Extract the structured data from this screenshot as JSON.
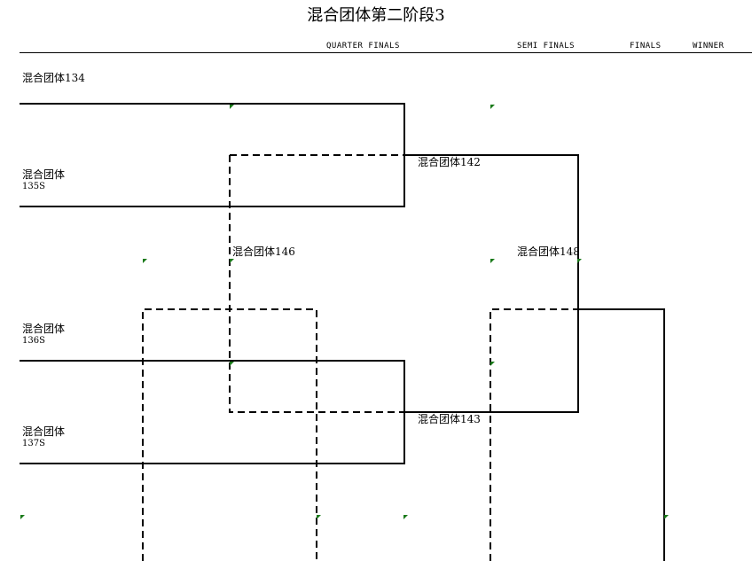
{
  "title": "混合团体第二阶段3",
  "rounds": {
    "quarter_finals": "QUARTER FINALS",
    "semi_finals": "SEMI FINALS",
    "finals": "FINALS",
    "winner": "WINNER"
  },
  "entries": {
    "e134": {
      "name": "混合团体134",
      "sub": ""
    },
    "e135": {
      "name": "混合团体",
      "sub": "135S"
    },
    "e136": {
      "name": "混合团体",
      "sub": "136S"
    },
    "e137": {
      "name": "混合团体",
      "sub": "137S"
    }
  },
  "matches": {
    "m142": "混合团体142",
    "m143": "混合团体143",
    "m146": "混合团体146",
    "m148": "混合团体148"
  },
  "colors": {
    "line": "#000000",
    "flag": "#1a7a1a"
  }
}
